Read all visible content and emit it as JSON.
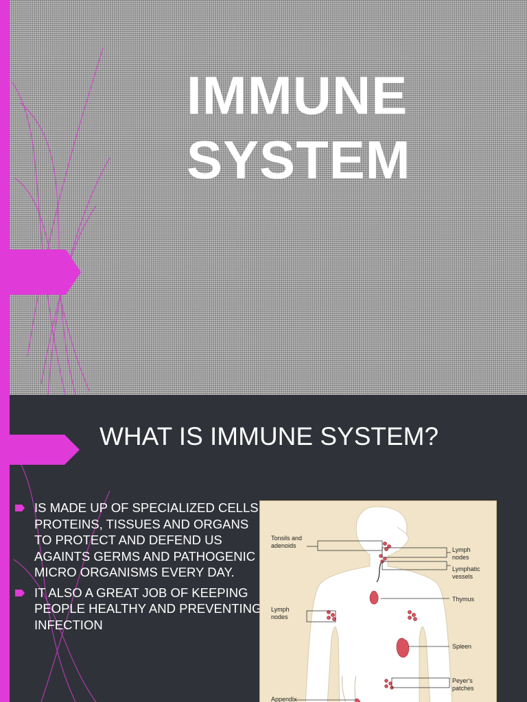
{
  "slide1": {
    "title_line1": "IMMUNE",
    "title_line2": "SYSTEM"
  },
  "slide2": {
    "heading": "WHAT IS IMMUNE SYSTEM?",
    "bullets": [
      "IS MADE UP OF SPECIALIZED CELLS, PROTEINS, TISSUES AND ORGANS TO PROTECT AND DEFEND US AGAINTS GERMS AND PATHOGENIC MICRO ORGANISMS EVERY DAY.",
      "IT ALSO A GREAT JOB OF KEEPING PEOPLE HEALTHY AND PREVENTING INFECTION"
    ],
    "diagram_labels": {
      "tonsils_1": "Tonsils and",
      "tonsils_2": "adenoids",
      "lymph_nodes_r1": "Lymph",
      "lymph_nodes_r2": "nodes",
      "lymphatic_1": "Lymphatic",
      "lymphatic_2": "vessels",
      "thymus": "Thymus",
      "lymph_nodes_l1": "Lymph",
      "lymph_nodes_l2": "nodes",
      "spleen": "Spleen",
      "peyers_1": "Peyer's",
      "peyers_2": "patches",
      "appendix": "Appendix"
    }
  },
  "colors": {
    "accent_pink": "#e03ad9",
    "slide1_bg": "#878787",
    "slide2_bg": "#2f3238",
    "diagram_bg": "#f1e4c8",
    "organ_red": "#d9535f"
  }
}
